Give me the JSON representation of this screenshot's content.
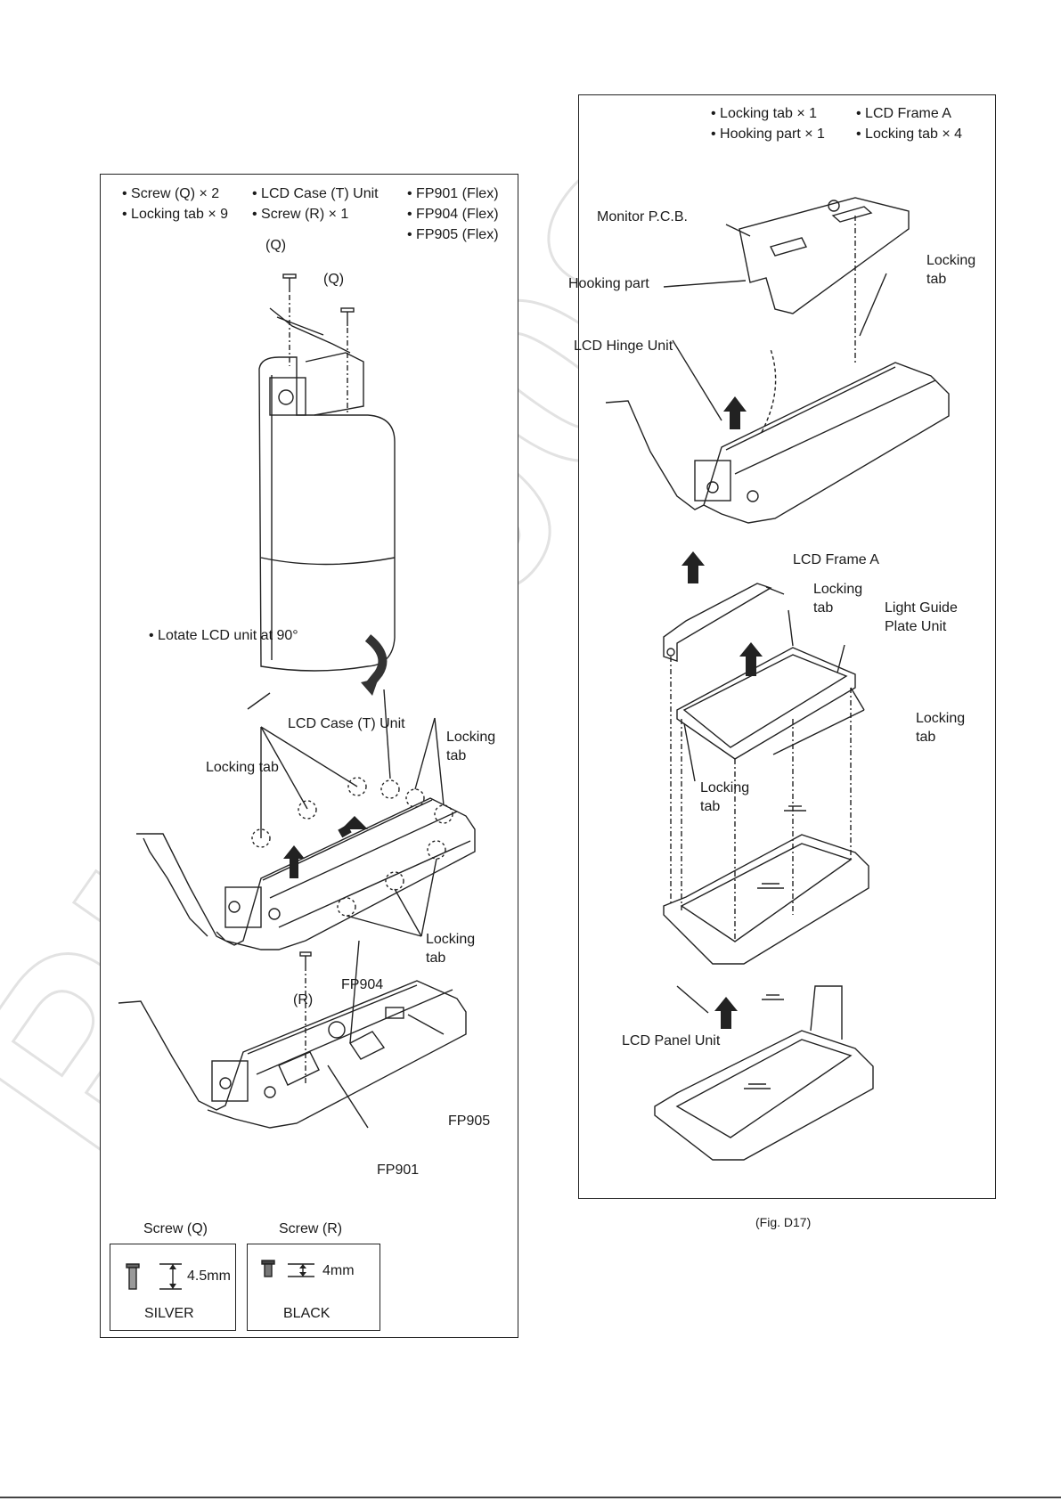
{
  "watermark": "PL09008",
  "figure_caption": "(Fig. D17)",
  "left": {
    "bullets_col1": [
      "• Screw (Q) × 2",
      "• Locking tab × 9"
    ],
    "bullets_col2": [
      "• LCD Case (T) Unit",
      "• Screw (R) × 1"
    ],
    "bullets_col3": [
      "• FP901 (Flex)",
      "• FP904 (Flex)",
      "• FP905 (Flex)"
    ],
    "step1": {
      "screw_q_top": "(Q)",
      "screw_q_right": "(Q)",
      "rotate_note": "• Lotate LCD unit at 90°"
    },
    "step2": {
      "case_label": "LCD Case (T) Unit",
      "locking_tab_left": "Locking tab",
      "locking_tab_right": [
        "Locking",
        "tab"
      ],
      "locking_tab_bottom": [
        "Locking",
        "tab"
      ]
    },
    "step3": {
      "screw_r": "(R)",
      "fp904": "FP904",
      "fp905": "FP905",
      "fp901": "FP901"
    },
    "screw_table": {
      "q_header": "Screw (Q)",
      "q_dim": "4.5mm",
      "q_color": "SILVER",
      "r_header": "Screw (R)",
      "r_dim": "4mm",
      "r_color": "BLACK"
    }
  },
  "right": {
    "bullets_col1": [
      "• Locking tab × 1",
      "• Hooking part × 1"
    ],
    "bullets_col2": [
      "• LCD Frame A",
      "• Locking tab × 4"
    ],
    "step1": {
      "monitor_pcb": "Monitor P.C.B.",
      "hooking_part": "Hooking part",
      "locking_tab": [
        "Locking",
        "tab"
      ],
      "hinge_unit": "LCD Hinge Unit"
    },
    "step2": {
      "frame_a": "LCD Frame A",
      "locking_tab_top": [
        "Locking",
        "tab"
      ],
      "light_guide": [
        "Light Guide",
        "Plate Unit"
      ],
      "locking_tab_right": [
        "Locking",
        "tab"
      ],
      "locking_tab_left": [
        "Locking",
        "tab"
      ]
    },
    "step3": {
      "panel_unit": "LCD Panel Unit"
    }
  },
  "colors": {
    "line": "#222222",
    "watermark": "#e6e6e6"
  }
}
